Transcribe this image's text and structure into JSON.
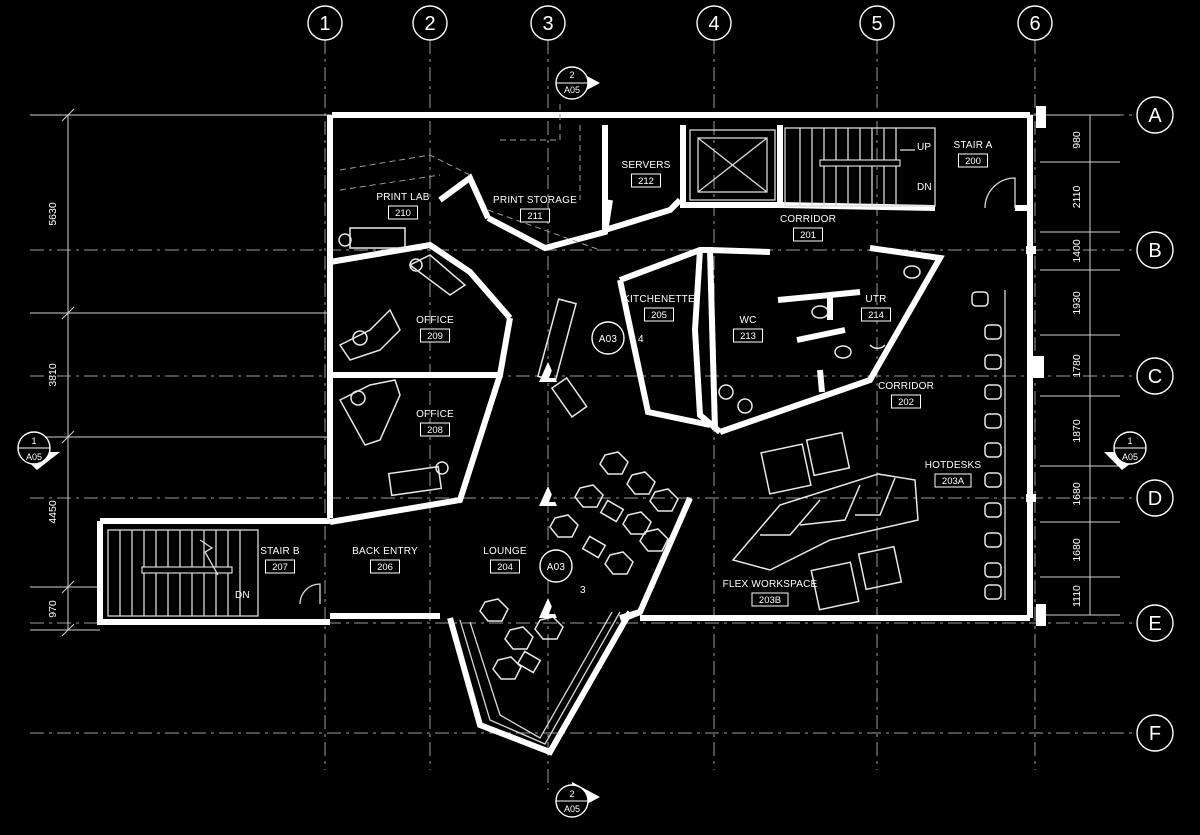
{
  "grid_columns": [
    "1",
    "2",
    "3",
    "4",
    "5",
    "6"
  ],
  "grid_rows": [
    "A",
    "B",
    "C",
    "D",
    "E",
    "F"
  ],
  "rooms": [
    {
      "name": "PRINT LAB",
      "number": "210"
    },
    {
      "name": "PRINT STORAGE",
      "number": "211"
    },
    {
      "name": "SERVERS",
      "number": "212"
    },
    {
      "name": "STAIR A",
      "number": "200"
    },
    {
      "name": "CORRIDOR",
      "number": "201"
    },
    {
      "name": "OFFICE",
      "number": "209"
    },
    {
      "name": "KITCHENETTE",
      "number": "205"
    },
    {
      "name": "WC",
      "number": "213"
    },
    {
      "name": "UTR",
      "number": "214"
    },
    {
      "name": "OFFICE",
      "number": "208"
    },
    {
      "name": "CORRIDOR",
      "number": "202"
    },
    {
      "name": "HOTDESKS",
      "number": "203A"
    },
    {
      "name": "STAIR B",
      "number": "207"
    },
    {
      "name": "BACK ENTRY",
      "number": "206"
    },
    {
      "name": "LOUNGE",
      "number": "204"
    },
    {
      "name": "FLEX WORKSPACE",
      "number": "203B"
    }
  ],
  "stair_labels": {
    "up": "UP",
    "dn_a": "DN",
    "dn_b": "DN"
  },
  "left_dimensions": [
    "5630",
    "3810",
    "4450",
    "970"
  ],
  "right_dimensions": [
    "980",
    "2110",
    "1400",
    "1930",
    "1780",
    "1870",
    "1680",
    "1680",
    "1110"
  ],
  "section_markers": [
    {
      "num": "2",
      "sheet": "A05"
    },
    {
      "num": "1",
      "sheet": "A05"
    },
    {
      "num": "1",
      "sheet": "A05"
    },
    {
      "num": "2",
      "sheet": "A05"
    }
  ],
  "interior_elevations": [
    {
      "sheet": "A03",
      "num": "4"
    },
    {
      "sheet": "A03",
      "num": "3"
    }
  ]
}
